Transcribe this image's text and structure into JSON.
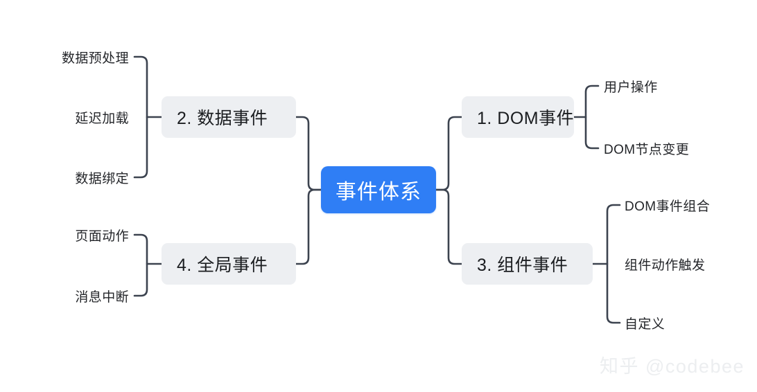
{
  "diagram": {
    "type": "mind-map",
    "title": "事件体系",
    "root": {
      "label": "事件体系",
      "color": "#2f7ef5",
      "text_color": "#ffffff"
    },
    "branch_style": {
      "background": "#edeff2",
      "text_color": "#1b1d20"
    },
    "link_color": "#3c434f",
    "branches": [
      {
        "id": "dom-events",
        "label": "1. DOM事件",
        "side": "right",
        "children": [
          {
            "id": "user-action",
            "label": "用户操作"
          },
          {
            "id": "dom-node-change",
            "label": "DOM节点变更"
          }
        ]
      },
      {
        "id": "data-events",
        "label": "2. 数据事件",
        "side": "left",
        "children": [
          {
            "id": "data-preprocess",
            "label": "数据预处理"
          },
          {
            "id": "lazy-load",
            "label": "延迟加载"
          },
          {
            "id": "data-binding",
            "label": "数据绑定"
          }
        ]
      },
      {
        "id": "component-events",
        "label": "3. 组件事件",
        "side": "right",
        "children": [
          {
            "id": "dom-event-combo",
            "label": "DOM事件组合"
          },
          {
            "id": "component-action-trigger",
            "label": "组件动作触发"
          },
          {
            "id": "custom",
            "label": "自定义"
          }
        ]
      },
      {
        "id": "global-events",
        "label": "4. 全局事件",
        "side": "left",
        "children": [
          {
            "id": "page-action",
            "label": "页面动作"
          },
          {
            "id": "message-interrupt",
            "label": "消息中断"
          }
        ]
      }
    ]
  },
  "watermark": {
    "text": "知乎 @codebee"
  }
}
